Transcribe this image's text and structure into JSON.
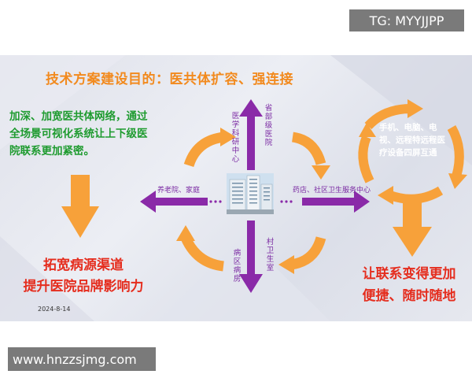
{
  "watermark_tag": "TG: MYYJJPP",
  "diagram": {
    "title": "技术方案建设目的：医共体扩容、强连接",
    "left_text": "加深、加宽医共体网络，通过全场景可视化系统让上下级医院联系更加紧密。",
    "left_bottom": [
      "拓宽病源渠道",
      "提升医院品牌影响力"
    ],
    "right_bottom": [
      "让联系变得更加",
      "便捷、随时随地"
    ],
    "circle_text": "手机、电脑、电视、远程特远程医疗设备四屏互通",
    "labels": {
      "up_left": "医学科研中心",
      "up_right": "省部级医院",
      "left": "养老院、家庭",
      "right": "药店、社区卫生服务中心",
      "down_left": "病区病房",
      "down_right": "村卫生室"
    },
    "date": "2024-8-14",
    "colors": {
      "orange": "#f7a13a",
      "purple": "#8a2aa8",
      "green": "#1e9b2f",
      "red": "#e52d1e"
    }
  },
  "url_tag": "www.hnzzsjmg.com"
}
